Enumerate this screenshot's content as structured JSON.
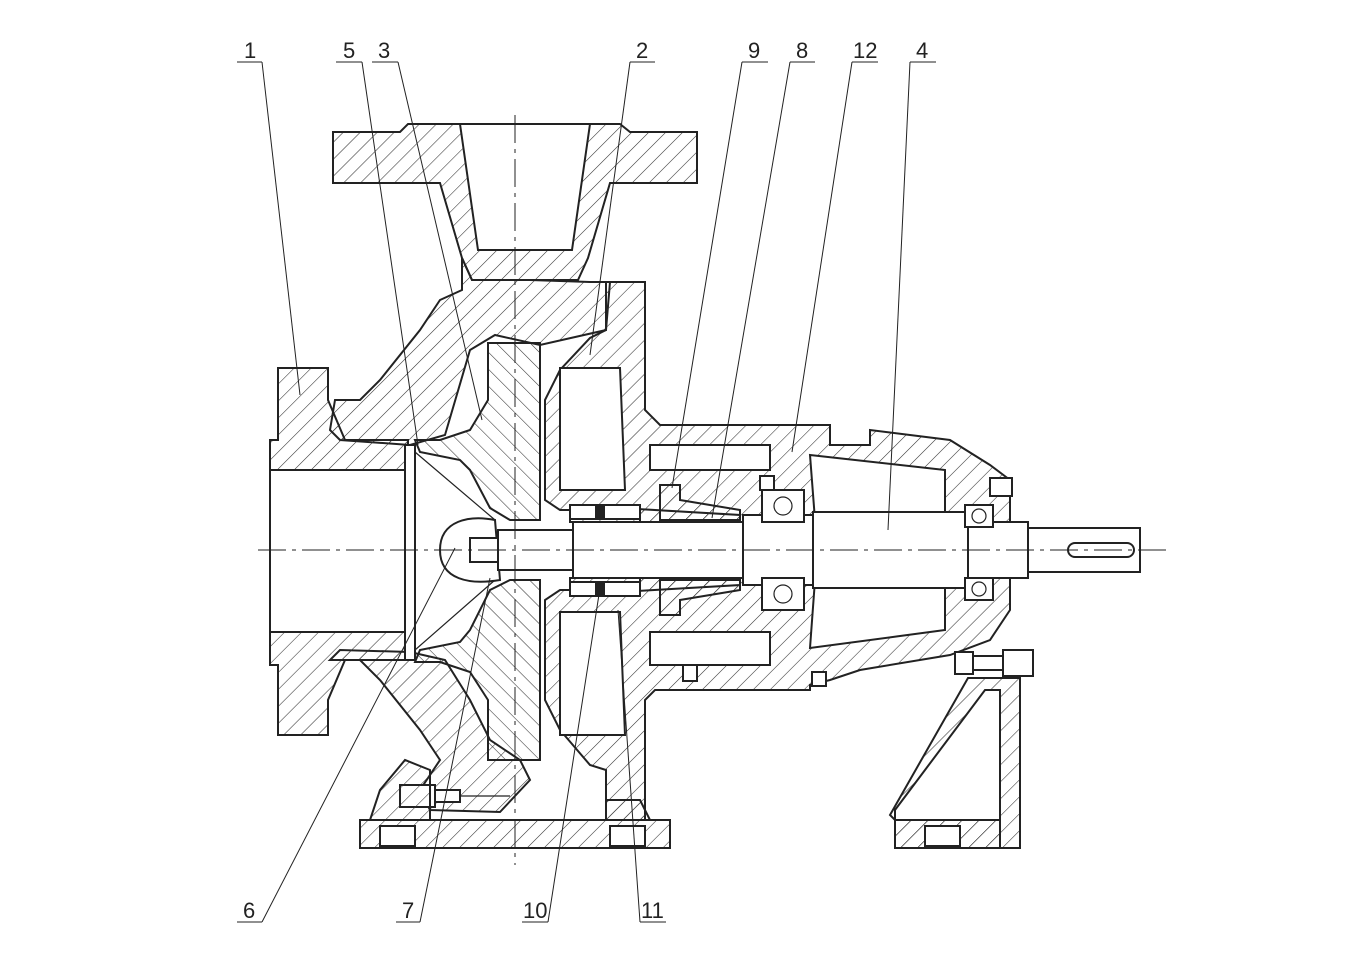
{
  "figure": {
    "description_color_stroke": "#222222",
    "background": "#ffffff"
  },
  "callouts": [
    {
      "id": "c1",
      "label": "1"
    },
    {
      "id": "c5",
      "label": "5"
    },
    {
      "id": "c3",
      "label": "3"
    },
    {
      "id": "c2",
      "label": "2"
    },
    {
      "id": "c9",
      "label": "9"
    },
    {
      "id": "c8",
      "label": "8"
    },
    {
      "id": "c12",
      "label": "12"
    },
    {
      "id": "c4",
      "label": "4"
    },
    {
      "id": "c6",
      "label": "6"
    },
    {
      "id": "c7",
      "label": "7"
    },
    {
      "id": "c10",
      "label": "10"
    },
    {
      "id": "c11",
      "label": "11"
    }
  ]
}
